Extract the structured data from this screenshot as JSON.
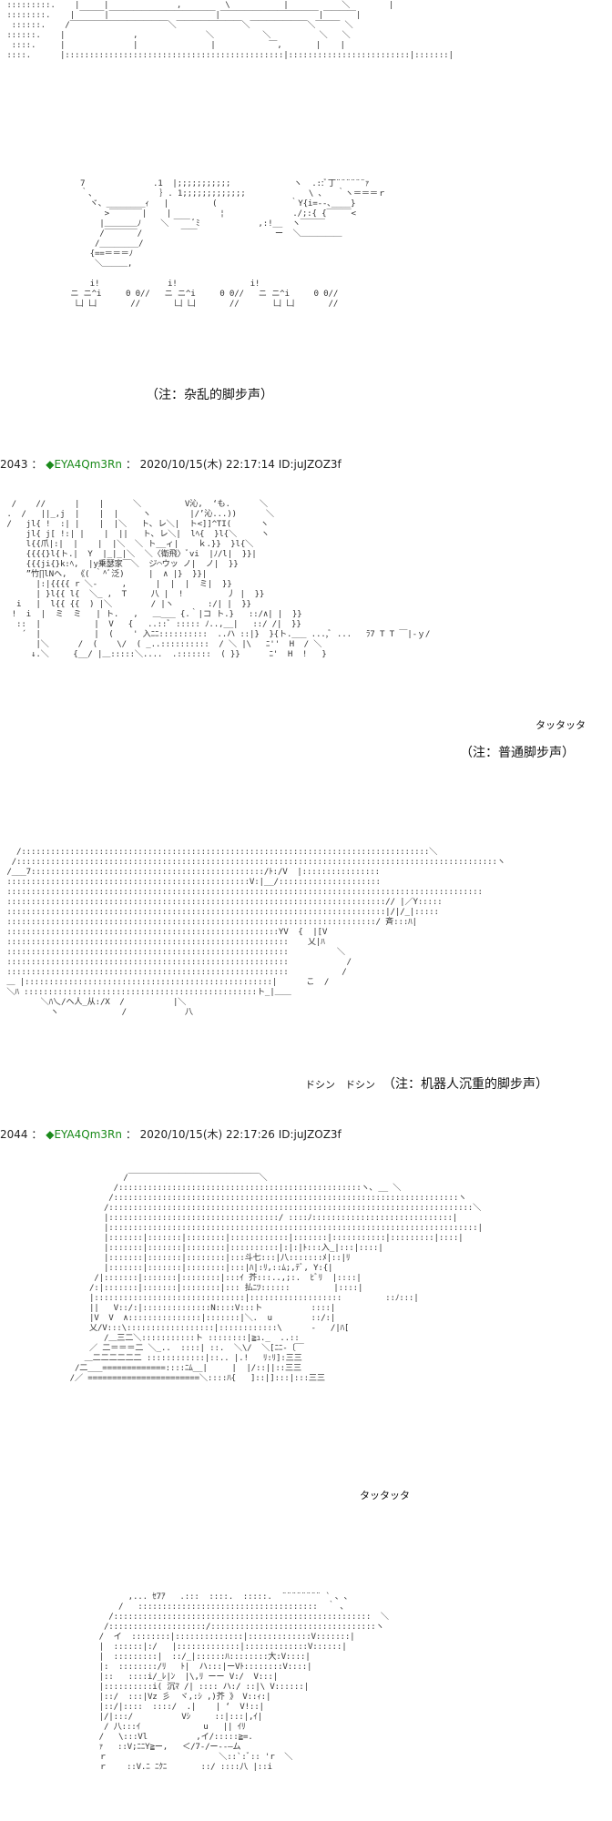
{
  "posts": [
    {
      "number": "2043",
      "sep": "：",
      "trip": "◆EYA4Qm3Rn",
      "colon": "：",
      "datetime": "2020/10/15(木) 22:17:14",
      "id": "ID:juJZOZ3f"
    },
    {
      "number": "2044",
      "sep": "：",
      "trip": "◆EYA4Qm3Rn",
      "colon": "：",
      "datetime": "2020/10/15(木) 22:17:26",
      "id": "ID:juJZOZ3f"
    }
  ],
  "notes": {
    "footsteps_messy": "（注：杂乱的脚步声）",
    "footsteps_normal": "（注：普通脚步声）",
    "footsteps_robot": "（注：机器人沉重的脚步声）"
  },
  "sfx": {
    "tattatta_1": "タッタッタ",
    "tattatta_2": "タッタッタ",
    "doshin": "ドシン　ドシン"
  },
  "art": {
    "block1": " :::::::::.    |     |              ,         \\           |           ＼        |\n ::::::::.    | ￣￣￣|￣￣￣￣￣￣￣￣￣￣￣￣￣|￣￣￣￣￣￣￣￣￣￣￣￣|￣￣￣￣|\n  ::::::.    /￣￣￣￣￣￣￣￣￣￣￣￣＼￣￣￣￣￣￣￣￣＼￣￣￣￣￣￣￣＼￣￣￣ ＼\n ::::::.    |              ,              ＼          ＼          ＼   ＼\n  ::::.     |              |               |           ￣,       |    |\n ::::.      |:::::::::::::::::::::::::::::::::::::::::::::|:::::::::::::::::::::::::|:::::::|",
    "block2": "         7              .1  |;;;;;;;;;;;             ヽ  .::ﾞ丁¨¨¨¨¨¨ｧ\n         ｀、             ｝. 1;;;;;;;;;;;;;             \\ ､   ｀ヽ＝＝＝ｒ\n           ヾ、________ｨ   |         (               ｀Y{i=--､____}\n              >￣￣￣￣|    |          ¦              ./;:{ {￣￣￣<\n             |＿＿＿＿ﾉ    ＼ ￣￣ ﾞﾐ            ,:!__  ヽ￣￣￣\n             /￣￣￣￣/        ￣￣                ー  ＼＿＿＿＿＿\n            /________/\n           {==＝＝＝ﾉ\n            ＼＿＿＿,\n\n           i!              i!               i!\n       ニ ニ^i     0 0//   ニ ニ^i     0 0//   ニ ニ^i     0 0//\n        凵 凵       //       凵 凵       //       凵 凵       //",
    "block3": "  /    //      |    |      ＼         V沁,  ‘も.      ＼\n .  /   ||_,j  |    |  |     ヽ        |/’沁...))      ＼\n /   jl{ !  :| |    |  |＼   ト､ レ＼|  ト<]]^TI(      ヽ\n     jl{ j[ !:| |    |  ||   ト､ レ＼|  lﾍ{  }l{＼     ヽ\n     l{{爪|:|  |    |  |＼  ＼ ト__ィ|    ｋ.}}  }l{＼\n     {{{{}l{ト.|  Y  |_|_|＼  ＼〈衛飛〉ﾞvi  |ﾉ/l|  }}|\n     {{{ji{}k:ﾍ,  |y乗瑟家￣＼  ジ⌒ウッ ノ|  ノ|  }}\n     ”竹∏lNヘ,  《( ｀^ﾞ泛)     |  ∧ |}  }}|\n       |:|{{{{ r ＼‐     ,      |  |  |  ミ|  }}\n       | }l{{ l{  ＼_ ,  T     八 |  !         丿 |  }}\n   i   |  l{{ {{  ) |＼        / |ヽ       :/| |  }}\n  !  i  |  ミ  ミ   | ト.   ,   ＿___ {.｀|コ ト.}   ::/∧| |  }}\n   ::  |           |  V   {   ..::ﾞ ::::: ﾉ..,__|   ::/ /|  }}\n    ´  |           |  (    ' 入ﾆﾆ::::::::::  ..ハ ::|}  }{ト.___ ...,ﾞ ...   ﾗ7 T T ￣|-ｙ/\n       |＼      /  (    \\/  ( _..::::::::::  / ＼ |\\   ﾆ''  H  / ＼\n      ↓.＼     {__/ |＿:::::＼....  .:::::::  ( }}      ﾆ'  H  !   }",
    "block4": "   /::::::::::::::::::::::::::::::::::::::::::::::::::::::::::::::::::::::::::::::::::::＼\n  /:::::::::::::::::::::::::::::::::::::::::::::::::::::::::::::::::::::::::::::::::::::::::::::::::::ヽ\n /___7::::::::::::::::::::::::::::::::::::::::::::::::/ﾄ:/V  |::::::::::::::::\n ::::::::::::::::::::::::::::::::::::::::::::::::::V:|__/:::::::::::::::::::::\n ::::::::::::::::::::::::::::::::::::::::::::::::::::::::::::::::::::::::::::::::::::::::::::::::::\n ::::::::::::::::::::::::::::::::::::::::::::::::::::::::::::::::::::::::::::::// |／Y:::::\n ::::::::::::::::::::::::::::::::::::::::::::::::::::::::::::::::::::::::::::::|/|/_|:::::\n ::::::::::::::::::::::::::::::::::::::::::::::::::::::::::::::::::::::::::::/ 斉:::ﾊ|\n ::::::::::::::::::::::::::::::::::::::::::::::::::::::::YV  {  |[V\n ::::::::::::::::::::::::::::::::::::::::::::::::::::::::::    乂|ﾊ\n ::::::::::::::::::::::::::::::::::::::::::::::::::::::::::          ＼\n ::::::::::::::::::::::::::::::::::::::::::::::::::::::::::            /\n ::::::::::::::::::::::::::::::::::::::::::::::::::::::::::           /\n ＿ |:::::::::::::::::::::::::::::::::::::::::::::::::::|      こ  /\n ＼ﾊ ::::::::::::::::::::::::::::::::::::::::::::::::ト_|＿＿\n        ＼ﾊ乀/ヘ人_从:/X  /          |＼\n          ヽ             /            八",
    "block5": "                         /￣￣￣￣￣￣￣￣￣￣￣￣￣￣￣￣＼\n                       /::::::::::::::::::::::::::::::::::::::::::::::::::ヽ､ __ ＼\n                      /:::::::::::::::::::::::::::::::::::::::::::::::::::::::::::::::::::::::ヽ\n                     /:::::::::::::::::::::::::::::::::::::::::::::::::::::::::::::::::::::::::::＼\n                     |:::::::::::::::::::::::::::::::::::/ ::::ﾉ:::::::::::::::::::::::::::::|\n                     |::::::::::::::::::::::::::::::::::::::::::::::::::::::::::::::::::::::::::::|\n                     |:::::::|:::::::|::::::::|::::::::::::|:::::::|:::::::::::|:::::::::|::::|\n                     |:::::::|:::::::|::::::::|::::::::::|:|:|ﾄ:::入_|:::|::::|\n                     |:::::::|:::::::|::::::::|:::斗七:::|八:::::::ﾒ|::|ﾘ\n                     |:::::::|:::::::|::::::::|:::|ﾊ|:ﾘ,::ﾑ;,ﾃﾞ, Y:{|\n                   /|:::::::|:::::::|::::::::|:::ｲ 芥:::..,;:.  ﾋﾞﾘ  |::::|\n                  /:|:::::::|:::::::|::::::::|::: 払ﾆﾂ::::::         |::::|\n                  |:::::::::::::::::::::::::::::::|:::::::::::::::::::         ::ﾉ:::|\n                  ||   V::/:|::::::::::::::N::::V:::ト          ::::|\n                  |V  V  ∧:::::::::::::::|:::::::|＼.  u        ::/:|\n                  乂/V:::\\::::::::::::::::::|::::::::::::\\      -   /|ﾊ[\n                     /＿三二＼:::::::::::ト ::::::::|≧ｭ._  ..::\n                  ／ 二＝＝＝二 ＼_..  ::::| ::.  ＼\\/  ＼[ﾆﾆ‐〔￣\n                 ＿二二二二二二 ::::::::::::|::.. |.!   ﾘ:ﾘ]:三三\n               /二___=============::::ﾆﾑ__|     |  |/::||::三三\n              /／ =======================＼::::ﾊ{   ]::|]:::|:::三三",
    "block6": "                          ,... ｾ7ｱ   .:::  ::::.  :::::.  ¨¨¨¨¨¨¨¨ ` ､ ､\n                        /   :::::::::::::::::::::::::::::::::::::  ｀ ､\n                      /:::::::::::::::::::::::::::::::::::::::::::::::::::::  ＼\n                     /::::::::::::::::::::/::::::::::::::::::::::::::::::::::ヽ\n                    /  イ  ::::::::|::::::::::::::|:::::::::::::V:::::::|\n                    |  ::::::|:/   |:::::::::::::|:::::::::::::V::::::|\n                    |  :::::::::|  ::/_|::::::ﾊ::::::::大:V::::|\n                    |:  ::::::::/ﾘ   ﾄ|  ハ:::|ーVﾄ::::::::V::::|\n                    |::   ::::i/_ﾚ|ﾝ  |\\,ﾘ ーー V:/  V:::|\n                    |::::::::::i( 沉ﾏ /| :::: ハ:/ ::|\\ V::::::|\n                    |::/  :::|Vz 彡  ヾ,:ｼ ,)芥 》 V::ｨ:|\n                    |::/|::::  ::::/  .|    | ‘  V!::|\n                    |/|:::/          Vｼ     ::|:::|,ｲ|\n                     / 八:::ｲ             u   || ｲﾘ\n                    /   \\:::Vl          ,イ/:::::≧=.\n                    ｧ   ::V;ﾆﾆY≧ー,   ＜/7-/ー‐‐―ム\n                    ｒ                       ＼::`:ﾞ:: 'r  ＼\n                    ｒ    ::V.ﾆ ﾆｸﾆ       ::/ ::::八 |::i"
  }
}
